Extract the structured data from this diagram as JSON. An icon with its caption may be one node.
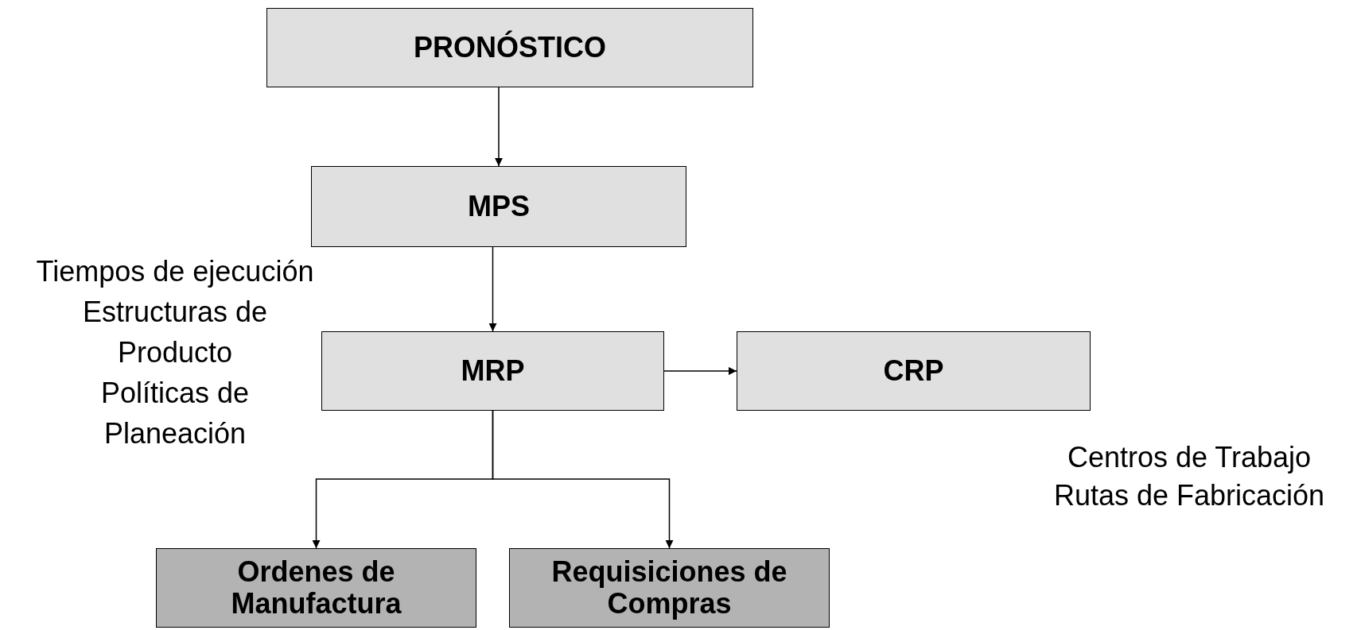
{
  "diagram": {
    "nodes": [
      {
        "text": [
          "PRONÓSTICO"
        ]
      },
      {
        "text": [
          "MPS"
        ]
      },
      {
        "text": [
          "MRP"
        ]
      },
      {
        "text": [
          "CRP"
        ]
      },
      {
        "text": [
          "Ordenes de Manufactura"
        ]
      },
      {
        "text": [
          "Requisiciones de Compras"
        ]
      }
    ],
    "edges": [
      {
        "from": 0,
        "to": 1,
        "arrow": "to"
      },
      {
        "from": 1,
        "to": 2,
        "arrow": "to"
      },
      {
        "from": 2,
        "to": 3,
        "arrow": "to"
      },
      {
        "from": 2,
        "to": 4,
        "arrow": "to"
      },
      {
        "from": 2,
        "to": 5,
        "arrow": "to"
      }
    ],
    "labels": [
      "Tiempos de ejecución",
      "Estructuras de Producto",
      "Políticas de Planeación",
      "Centros de Trabajo",
      "Rutas de Fabricación"
    ]
  }
}
